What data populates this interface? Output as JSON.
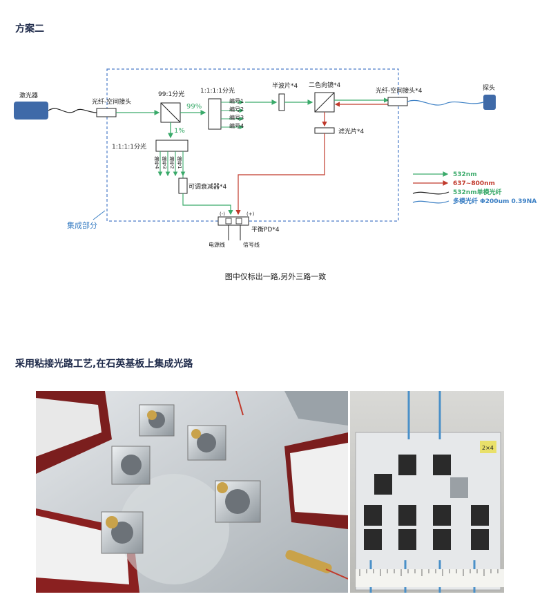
{
  "headings": {
    "scheme": "方案二",
    "process": "采用粘接光路工艺,在石英基板上集成光路"
  },
  "diagram": {
    "laser": "激光器",
    "fiber_coupler_in": "光纤-空间接头",
    "split_99": "99:1分光",
    "ratio_99": "99%",
    "ratio_1": "1%",
    "split_1111_top": "1:1:1:1分光",
    "split_1111_left": "1:1:1:1分光",
    "outputs": [
      "编号1",
      "编号2",
      "编号3",
      "编号4"
    ],
    "half_wave": "半波片*4",
    "dichroic": "二色向镜*4",
    "fiber_coupler_out": "光纤-空间接头*4",
    "probe": "探头",
    "filter": "滤光片*4",
    "attenuator": "可调衰减器*4",
    "balanced_pd": "平衡PD*4",
    "pd_minus": "(-)",
    "pd_plus": "(+)",
    "power_line": "电源线",
    "signal_line": "信号线",
    "integrated_part": "集成部分"
  },
  "legend": {
    "green": "532nm",
    "red": "637~800nm",
    "black": "532nm单模光纤",
    "blue": "多模光纤 Φ200um 0.39NA"
  },
  "caption": "图中仅标出一路,另外三路一致",
  "photos": {
    "right_label": "2×4"
  },
  "colors": {
    "green": "#3aaa6a",
    "red": "#c0392b",
    "blue": "#3b7fc4",
    "black": "#222222",
    "box": "#3f6aa8",
    "border": "#4a7bc8"
  }
}
